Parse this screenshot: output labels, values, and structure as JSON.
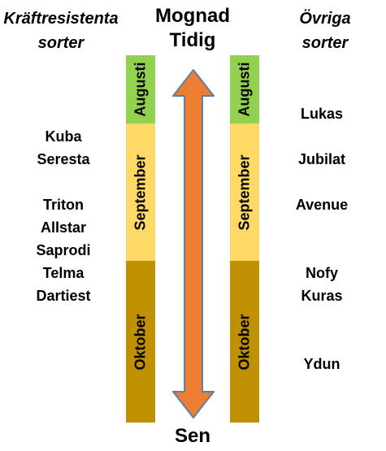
{
  "header": {
    "left_line1": "Kräftresistenta",
    "left_line2": "sorter",
    "right_line1": "Övriga",
    "right_line2": "sorter",
    "center_top1": "Mognad",
    "center_top2": "Tidig",
    "center_bottom": "Sen"
  },
  "months": [
    {
      "label": "Augusti",
      "color": "#92d050"
    },
    {
      "label": "September",
      "color": "#ffd966"
    },
    {
      "label": "Oktober",
      "color": "#bf9000"
    }
  ],
  "arrow_color": "#ed7d31",
  "left_varieties": [
    "Kuba",
    "Seresta",
    "Triton",
    "Allstar",
    "Saprodi",
    "Telma",
    "Dartiest"
  ],
  "right_varieties": [
    "Lukas",
    "Jubilat",
    "Avenue",
    "Nofy",
    "Kuras",
    "Ydun"
  ]
}
